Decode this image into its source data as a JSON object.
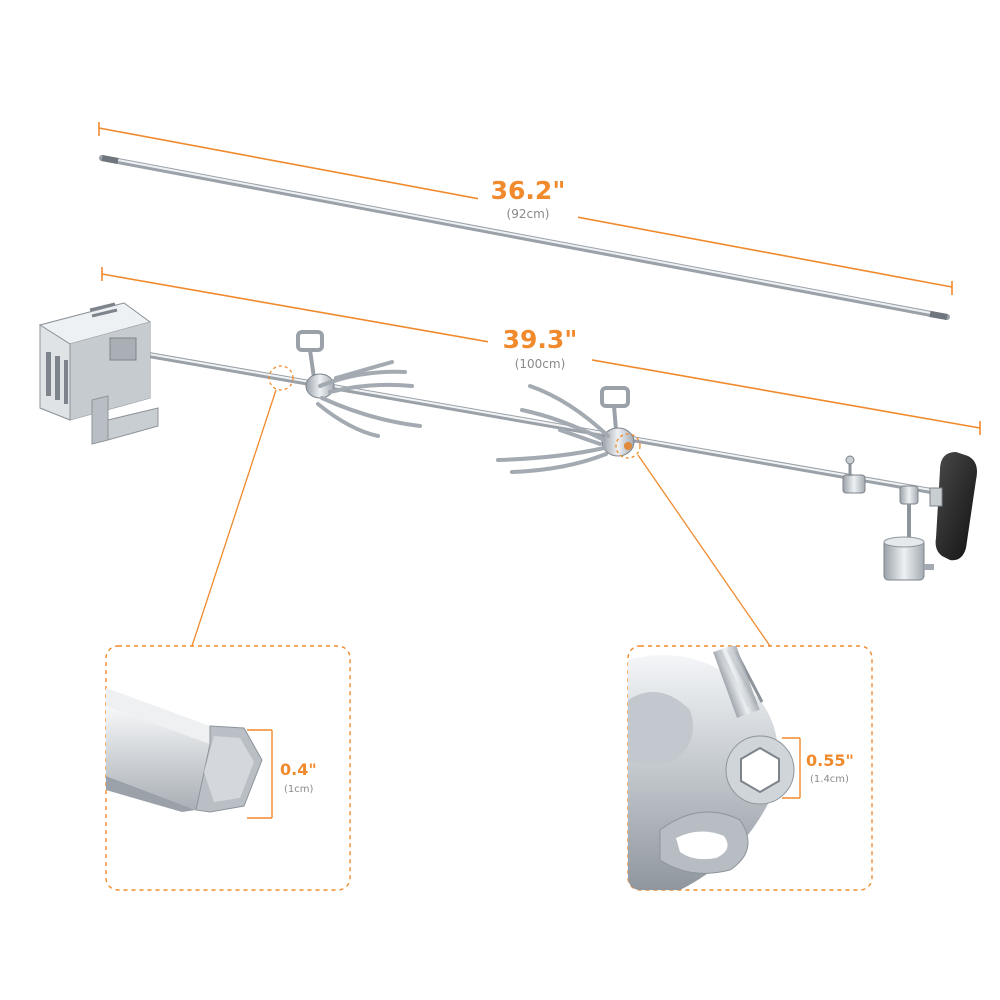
{
  "dimensions": {
    "rod": {
      "value": "36.2\"",
      "metric": "(92cm)"
    },
    "spit": {
      "value": "39.3\"",
      "metric": "(100cm)"
    }
  },
  "details": {
    "rod_thickness": {
      "value": "0.4\"",
      "metric": "(1cm)"
    },
    "fork_hole": {
      "value": "0.55\"",
      "metric": "(1.4cm)"
    }
  },
  "colors": {
    "accent": "#f08a2c",
    "steel": "#c9ced3",
    "steel_dark": "#8d949b",
    "handle": "#1f1f1f",
    "muted_text": "#8a8a8a"
  },
  "icons": [
    "motor-bracket-icon",
    "meat-fork-icon",
    "counterweight-icon",
    "handle-icon"
  ]
}
